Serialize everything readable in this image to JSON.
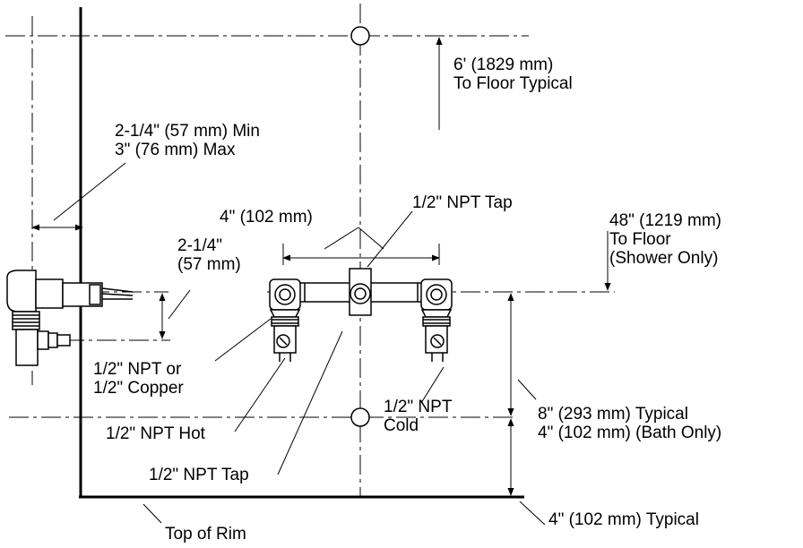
{
  "colors": {
    "ink": "#000000",
    "background": "#ffffff"
  },
  "labels": {
    "floor_6ft": [
      "6' (1829 mm)",
      "To Floor Typical"
    ],
    "min_max": [
      "2-1/4\" (57 mm) Min",
      "3\" (76 mm)  Max"
    ],
    "spacing_4in": "4\" (102 mm)",
    "npt_tap_top": "1/2\" NPT Tap",
    "floor_48in": [
      "48\" (1219 mm)",
      "To Floor",
      "(Shower Only)"
    ],
    "offset_2_25in": [
      "2-1/4\"",
      "(57 mm)"
    ],
    "npt_or_copper": [
      "1/2\" NPT or",
      "1/2\" Copper"
    ],
    "npt_cold": [
      "1/2\" NPT",
      "Cold"
    ],
    "npt_hot": "1/2\" NPT Hot",
    "typical_8in": [
      "8\" (293 mm) Typical",
      "4\" (102 mm) (Bath Only)"
    ],
    "npt_tap_bottom": "1/2\" NPT Tap",
    "typical_4in": "4\" (102 mm) Typical",
    "top_of_rim": "Top of Rim"
  }
}
